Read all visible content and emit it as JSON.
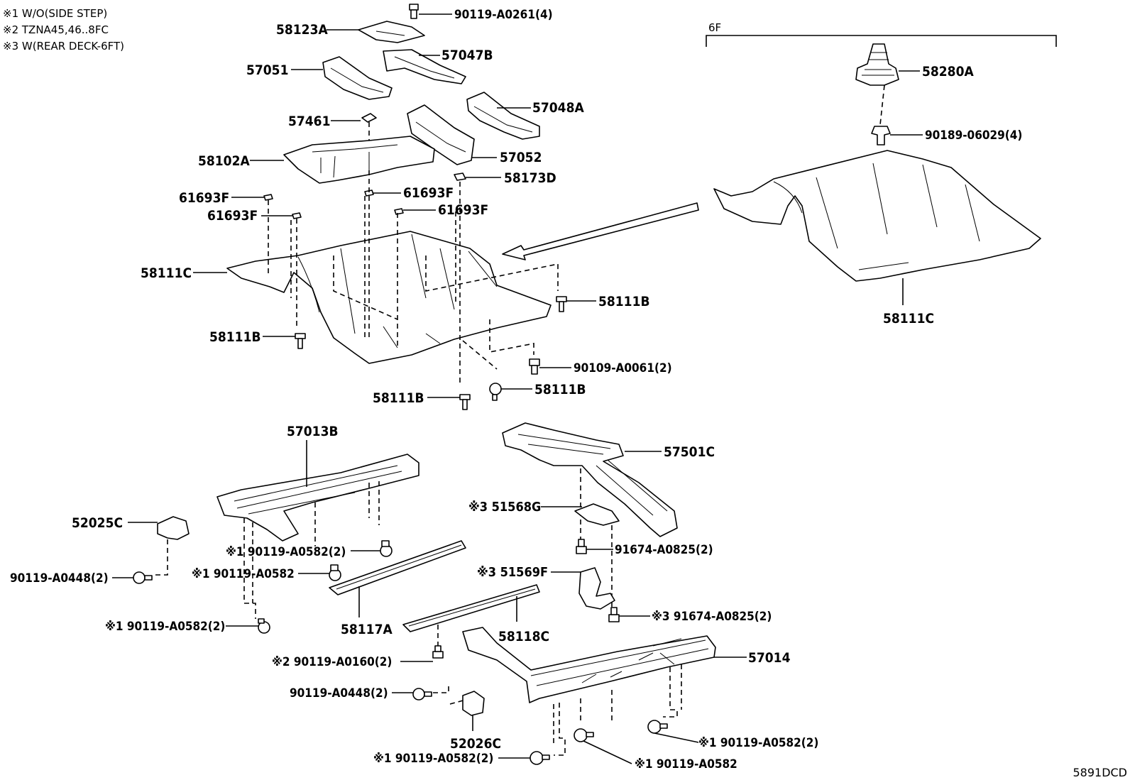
{
  "notes": [
    "※1 W/O(SIDE STEP)",
    "※2 TZNA45,46..8FC",
    "※3 W(REAR DECK-6FT)"
  ],
  "bracket_label": "6F",
  "diagram_code": "5891DCD",
  "labels": {
    "p90119_A0261": "90119-A0261(4)",
    "p58123A": "58123A",
    "p57047B": "57047B",
    "p57051": "57051",
    "p57048A": "57048A",
    "p57461": "57461",
    "p57052": "57052",
    "p58102A": "58102A",
    "p58173D": "58173D",
    "p61693F_a": "61693F",
    "p61693F_b": "61693F",
    "p61693F_c": "61693F",
    "p61693F_d": "61693F",
    "p58111C_left": "58111C",
    "p58111B_a": "58111B",
    "p58111B_b": "58111B",
    "p90109_A0061": "90109-A0061(2)",
    "p58111B_c": "58111B",
    "p58111B_d": "58111B",
    "p58280A": "58280A",
    "p90189_06029": "90189-06029(4)",
    "p58111C_right": "58111C",
    "p57013B": "57013B",
    "p57501C": "57501C",
    "p52025C": "52025C",
    "p51568G": "※3 51568G",
    "p90119_A0582_a": "※1 90119-A0582(2)",
    "p91674_A0825_a": "91674-A0825(2)",
    "p90119_A0582_b": "※1 90119-A0582",
    "p51569F": "※3 51569F",
    "p90119_A0448_a": "90119-A0448(2)",
    "p91674_A0825_b": "※3 91674-A0825(2)",
    "p90119_A0582_c": "※1 90119-A0582(2)",
    "p58117A": "58117A",
    "p58118C": "58118C",
    "p57014": "57014",
    "p90119_A0160": "※2 90119-A0160(2)",
    "p90119_A0448_b": "90119-A0448(2)",
    "p52026C": "52026C",
    "p90119_A0582_d": "※1 90119-A0582(2)",
    "p90119_A0582_e": "※1 90119-A0582(2)",
    "p90119_A0582_f": "※1 90119-A0582"
  }
}
